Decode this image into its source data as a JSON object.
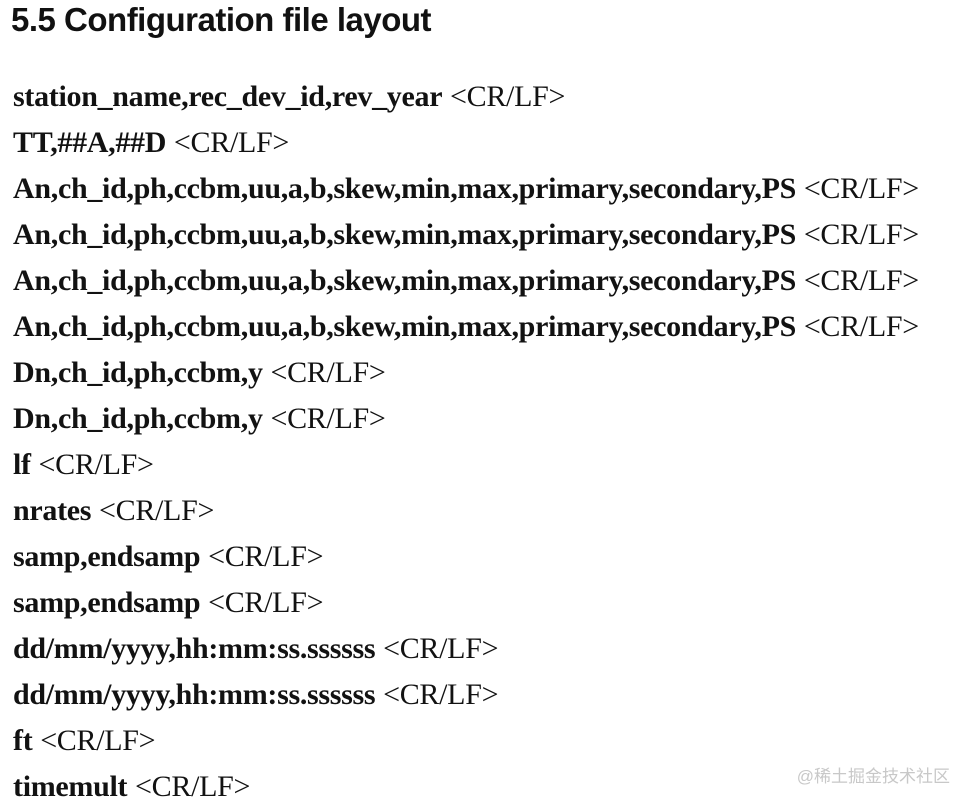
{
  "header": {
    "title": "5.5 Configuration file layout"
  },
  "config_lines": [
    {
      "keyword": "station_name,rec_dev_id,rev_year",
      "crlf": "<CR/LF>"
    },
    {
      "keyword": "TT,##A,##D",
      "crlf": "<CR/LF>"
    },
    {
      "keyword": "An,ch_id,ph,ccbm,uu,a,b,skew,min,max,primary,secondary,PS",
      "crlf": "<CR/LF>"
    },
    {
      "keyword": "An,ch_id,ph,ccbm,uu,a,b,skew,min,max,primary,secondary,PS",
      "crlf": "<CR/LF>"
    },
    {
      "keyword": "An,ch_id,ph,ccbm,uu,a,b,skew,min,max,primary,secondary,PS",
      "crlf": "<CR/LF>"
    },
    {
      "keyword": "An,ch_id,ph,ccbm,uu,a,b,skew,min,max,primary,secondary,PS",
      "crlf": "<CR/LF>"
    },
    {
      "keyword": "Dn,ch_id,ph,ccbm,y",
      "crlf": "<CR/LF>"
    },
    {
      "keyword": "Dn,ch_id,ph,ccbm,y",
      "crlf": "<CR/LF>"
    },
    {
      "keyword": "lf",
      "crlf": "<CR/LF>"
    },
    {
      "keyword": "nrates",
      "crlf": "<CR/LF>"
    },
    {
      "keyword": "samp,endsamp",
      "crlf": "<CR/LF>"
    },
    {
      "keyword": "samp,endsamp",
      "crlf": "<CR/LF>"
    },
    {
      "keyword": "dd/mm/yyyy,hh:mm:ss.ssssss",
      "crlf": "<CR/LF>"
    },
    {
      "keyword": "dd/mm/yyyy,hh:mm:ss.ssssss",
      "crlf": "<CR/LF>"
    },
    {
      "keyword": "ft",
      "crlf": "<CR/LF>"
    },
    {
      "keyword": "timemult",
      "crlf": "<CR/LF>"
    }
  ],
  "watermark": {
    "text": "@稀土掘金技术社区"
  },
  "colors": {
    "text": "#121212",
    "background": "#ffffff",
    "watermark": "#c8c8c8"
  }
}
